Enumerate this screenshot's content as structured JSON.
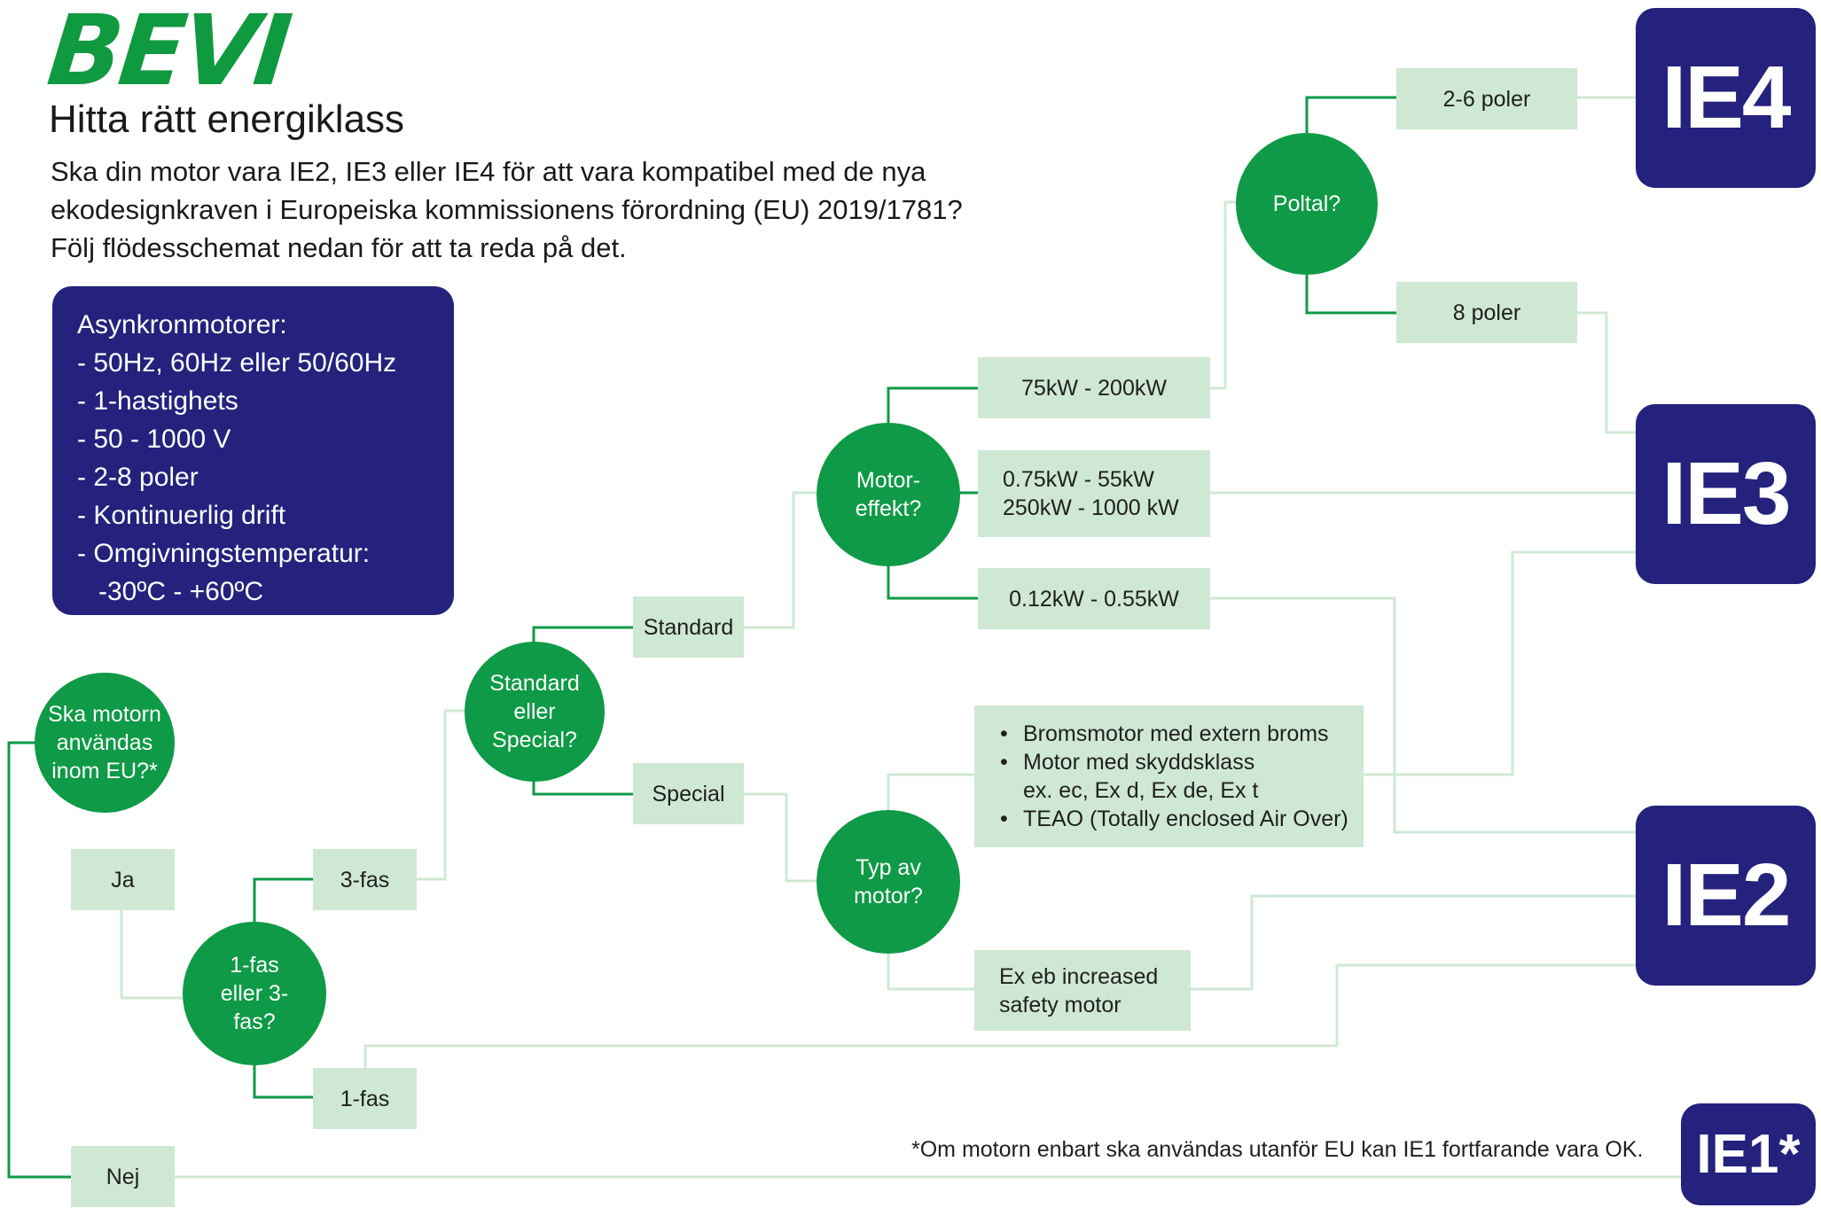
{
  "header": {
    "logo_text": "BEVI",
    "title": "Hitta rätt energiklass",
    "intro": [
      "Ska din motor vara IE2, IE3 eller IE4 för att vara kompatibel med de nya",
      "ekodesignkraven i Europeiska kommissionens förordning (EU) 2019/1781?",
      "Följ flödesschemat nedan för att ta reda på det."
    ]
  },
  "infobox": {
    "heading": "Asynkronmotorer:",
    "items": [
      "- 50Hz, 60Hz eller 50/60Hz",
      "- 1-hastighets",
      "- 50 - 1000 V",
      "- 2-8 poler",
      "- Kontinuerlig drift",
      "- Omgivningstemperatur:",
      "-30ºC - +60ºC"
    ]
  },
  "questions": {
    "eu": "Ska motorn användas inom EU?*",
    "phase": "1-fas eller 3-fas?",
    "standard_special": "Standard eller Special?",
    "motor_power": "Motor-effekt?",
    "motor_type": "Typ av motor?",
    "poles": "Poltal?"
  },
  "answers": {
    "ja": "Ja",
    "nej": "Nej",
    "three_phase": "3-fas",
    "one_phase": "1-fas",
    "standard": "Standard",
    "special": "Special",
    "power_high": "75kW - 200kW",
    "power_mid_1": "0.75kW - 55kW",
    "power_mid_2": "250kW - 1000 kW",
    "power_low": "0.12kW - 0.55kW",
    "poles_2_6": "2-6 poler",
    "poles_8": "8 poler",
    "special_list": [
      {
        "text": "Bromsmotor med extern broms",
        "bullet": true
      },
      {
        "text": "Motor med skyddsklass",
        "bullet": true
      },
      {
        "text": "ex. ec, Ex d, Ex de, Ex t",
        "bullet": false
      },
      {
        "text": "TEAO (Totally enclosed Air Over)",
        "bullet": true
      }
    ],
    "ex_eb_1": "Ex eb increased",
    "ex_eb_2": "safety motor"
  },
  "classes": {
    "ie4": "IE4",
    "ie3": "IE3",
    "ie2": "IE2",
    "ie1": "IE1*"
  },
  "footnote": "*Om motorn enbart ska användas utanför EU kan IE1 fortfarande vara OK.",
  "colors": {
    "green_node": "#0e9a46",
    "answer_box": "#cfe8d3",
    "ie_box": "#24227c",
    "line_dark": "#0e9a46",
    "line_light": "#cfe8d3"
  }
}
